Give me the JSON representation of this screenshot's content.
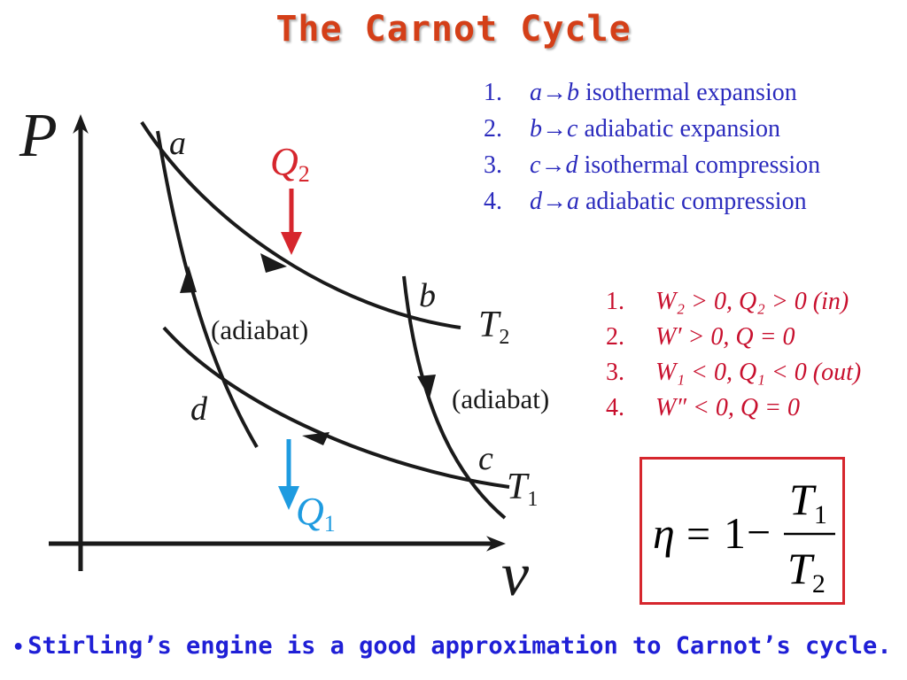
{
  "title": "The Carnot Cycle",
  "axes": {
    "y_label": "P",
    "x_label": "v"
  },
  "points": {
    "a": "a",
    "b": "b",
    "c": "c",
    "d": "d"
  },
  "heat": {
    "in": {
      "letter": "Q",
      "sub": "2",
      "color": "#d6262d"
    },
    "out": {
      "letter": "Q",
      "sub": "1",
      "color": "#1e9be0"
    }
  },
  "isotherms": {
    "hot": {
      "letter": "T",
      "sub": "2"
    },
    "cold": {
      "letter": "T",
      "sub": "1"
    }
  },
  "adiabat_label": "(adiabat)",
  "steps": [
    {
      "num": "1.",
      "from": "a",
      "to": "b",
      "desc": "isothermal expansion"
    },
    {
      "num": "2.",
      "from": "b",
      "to": "c",
      "desc": "adiabatic expansion"
    },
    {
      "num": "3.",
      "from": "c",
      "to": "d",
      "desc": "isothermal compression"
    },
    {
      "num": "4.",
      "from": "d",
      "to": "a",
      "desc": "adiabatic compression"
    }
  ],
  "work": [
    {
      "num": "1.",
      "text": "W₂ > 0, Q₂ > 0 (in)"
    },
    {
      "num": "2.",
      "text": "W′ > 0, Q = 0"
    },
    {
      "num": "3.",
      "text": "W₁ < 0, Q₁ < 0 (out)"
    },
    {
      "num": "4.",
      "text": "W″ < 0, Q = 0"
    }
  ],
  "efficiency": {
    "eta": "η",
    "eq": "=",
    "one": "1",
    "minus": "−",
    "num_letter": "T",
    "num_sub": "1",
    "den_letter": "T",
    "den_sub": "2"
  },
  "colors": {
    "title": "#d43f18",
    "steps": "#2b2bbd",
    "work": "#c8102e",
    "bottom": "#1f1fd6"
  },
  "bottom_note": "Stirling’s engine is a good approximation to Carnot’s cycle."
}
